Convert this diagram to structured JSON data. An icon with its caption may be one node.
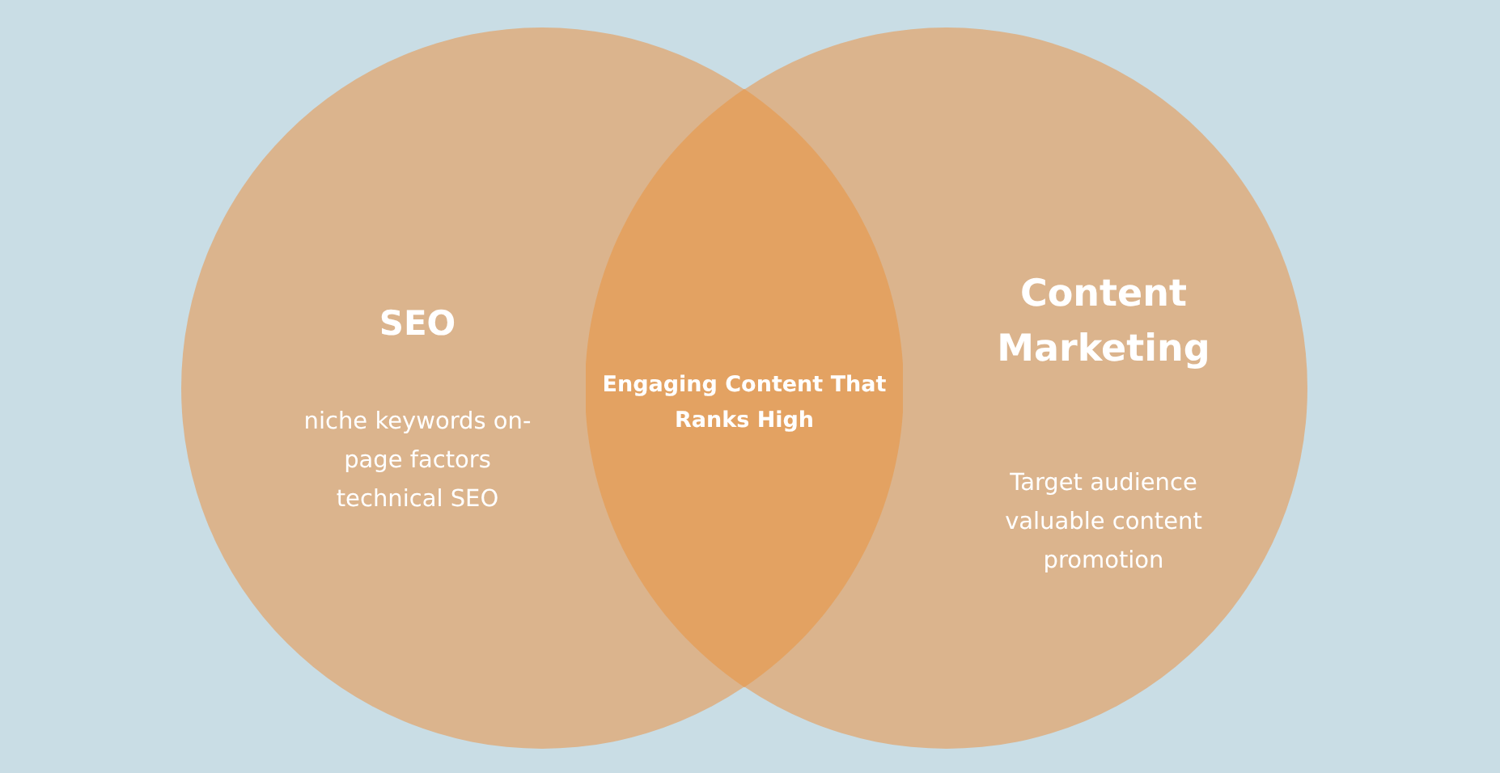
{
  "diagram": {
    "nodes": [
      {
        "text": [
          "SEO",
          "niche keywords on-page factors technical SEO"
        ]
      },
      {
        "text": [
          "Engaging Content That Ranks High"
        ]
      },
      {
        "text": [
          "Content Marketing",
          "Target audience valuable content promotion"
        ]
      }
    ]
  }
}
